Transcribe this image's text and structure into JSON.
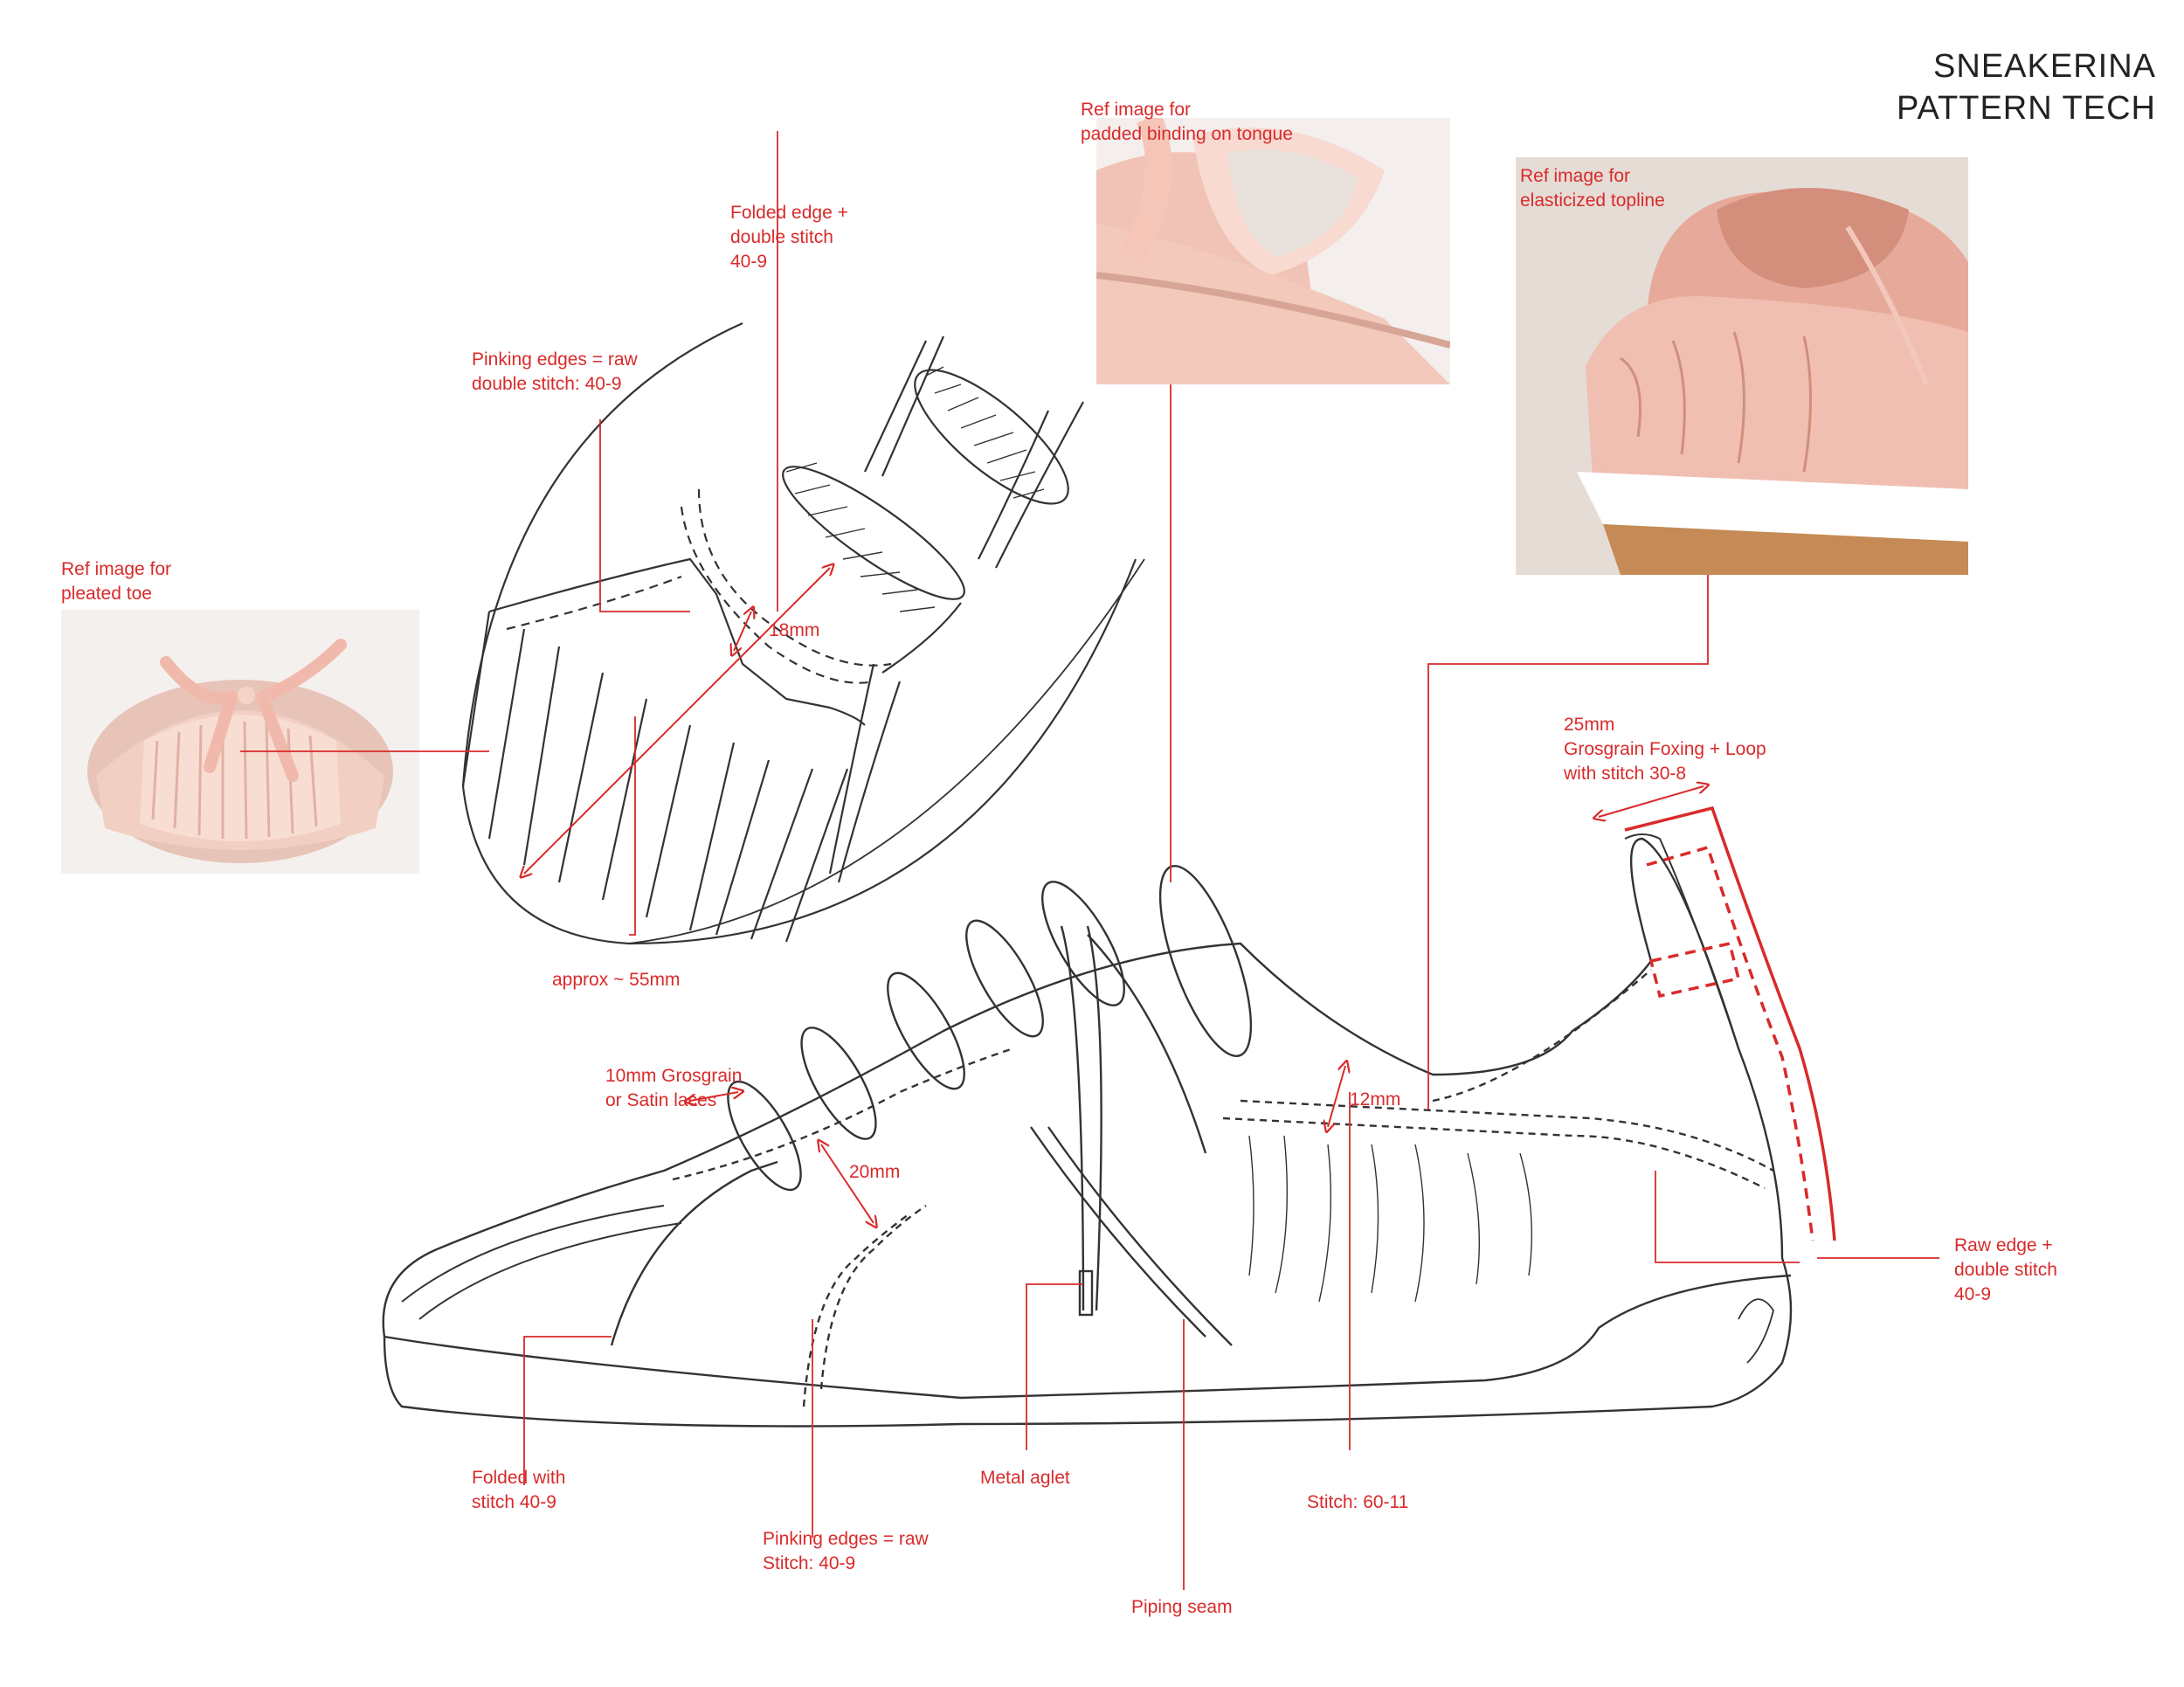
{
  "title": {
    "line1": "SNEAKERINA",
    "line2": "PATTERN TECH"
  },
  "colors": {
    "annotation": "#d92a2a",
    "sketch": "#333333",
    "satin": "#f2c8bb",
    "satin_dark": "#d9a08e",
    "backdrop": "#e9e1dc"
  },
  "annotations": {
    "ref_pleated_toe": {
      "line1": "Ref image for",
      "line2": "pleated toe"
    },
    "ref_tongue": {
      "line1": "Ref image for",
      "line2": "padded binding on tongue"
    },
    "ref_topline": {
      "line1": "Ref image for",
      "line2": "elasticized topline"
    },
    "folded_edge": {
      "line1": "Folded edge +",
      "line2": "double stitch",
      "line3": "40-9"
    },
    "pinking_top": {
      "line1": "Pinking edges = raw",
      "line2": "double stitch: 40-9"
    },
    "dim_18": "18mm",
    "dim_55": "approx ~ 55mm",
    "foxing": {
      "line1": "25mm",
      "line2": "Grosgrain Foxing + Loop",
      "line3": "with stitch 30-8"
    },
    "laces": {
      "line1": "10mm Grosgrain",
      "line2": "or Satin laces"
    },
    "dim_20": "20mm",
    "dim_12": "12mm",
    "raw_edge": {
      "line1": "Raw edge +",
      "line2": "double stitch",
      "line3": "40-9"
    },
    "folded_with": {
      "line1": "Folded with",
      "line2": "stitch 40-9"
    },
    "pinking_bottom": {
      "line1": "Pinking edges = raw",
      "line2": "Stitch: 40-9"
    },
    "metal_aglet": "Metal aglet",
    "stitch_60": "Stitch: 60-11",
    "piping": "Piping seam"
  }
}
